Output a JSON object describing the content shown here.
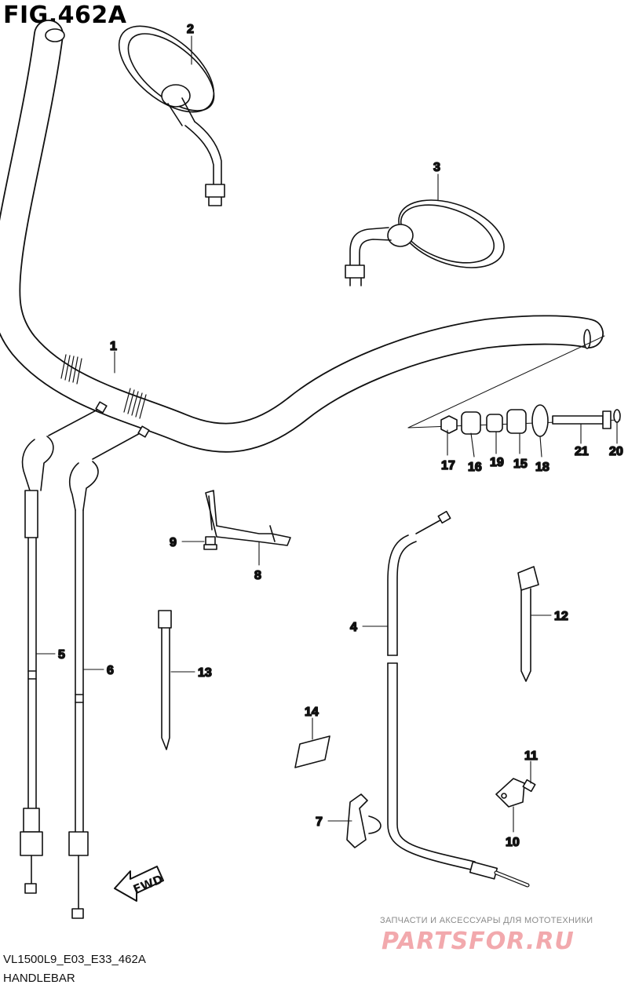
{
  "figure": {
    "title": "FIG.462A"
  },
  "callouts": [
    "1",
    "2",
    "3",
    "4",
    "5",
    "6",
    "7",
    "8",
    "9",
    "10",
    "11",
    "12",
    "13",
    "14",
    "15",
    "16",
    "17",
    "18",
    "19",
    "20",
    "21"
  ],
  "fwd_label": "FWD",
  "footer": {
    "code": "VL1500L9_E03_E33_462A",
    "name": "HANDLEBAR"
  },
  "watermark": {
    "tagline": "ЗАПЧАСТИ И АКСЕССУАРЫ ДЛЯ МОТОТЕХНИКИ",
    "logo": "PARTSFOR.RU"
  }
}
